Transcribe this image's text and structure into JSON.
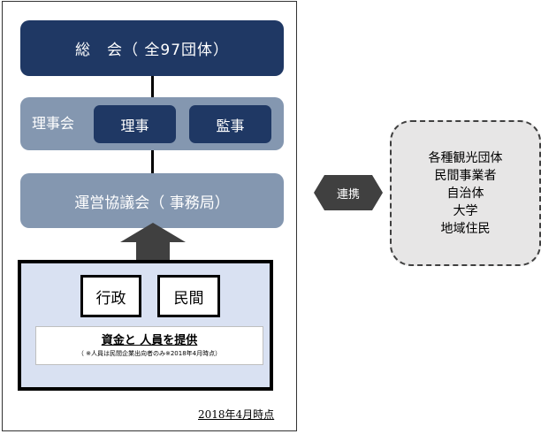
{
  "general_assembly": "総　会（ 全97団体）",
  "board": {
    "label": "理事会",
    "members": [
      "理事",
      "監事"
    ]
  },
  "council": "運営協議会（ 事務局）",
  "base": {
    "left": "行政",
    "right": "民間",
    "funds_title": "資金と 人員を提供",
    "funds_note": "（ ※人員は民間企業出向者のみ※2018年4月時点）"
  },
  "as_of": "2018年4月時点",
  "link_label": "連携",
  "partners": [
    "各種観光団体",
    "民間事業者",
    "自治体",
    "大学",
    "地域住民"
  ],
  "colors": {
    "navy": "#1f3864",
    "steel": "#8497b0",
    "pale_blue": "#d9e1f2",
    "dark_gray": "#404040",
    "light_gray": "#e7e6e6"
  }
}
